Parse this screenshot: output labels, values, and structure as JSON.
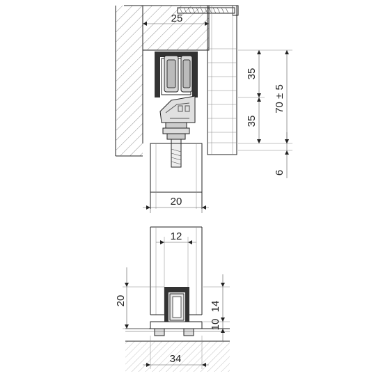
{
  "drawing": {
    "dimensions": {
      "wall_rail_width": "25",
      "upper_gap": "35",
      "lower_gap": "35",
      "total_height": "70 ± 5",
      "clearance": "6",
      "door_width": "20",
      "guide_width": "12",
      "guide_depth": "20",
      "floor_gap": "10",
      "guide_height": "14",
      "floor_guide_width": "34"
    },
    "colors": {
      "line": "#222222",
      "hatch": "#777777",
      "part_fill": "#e8e8e8",
      "part_dark": "#333333"
    }
  }
}
